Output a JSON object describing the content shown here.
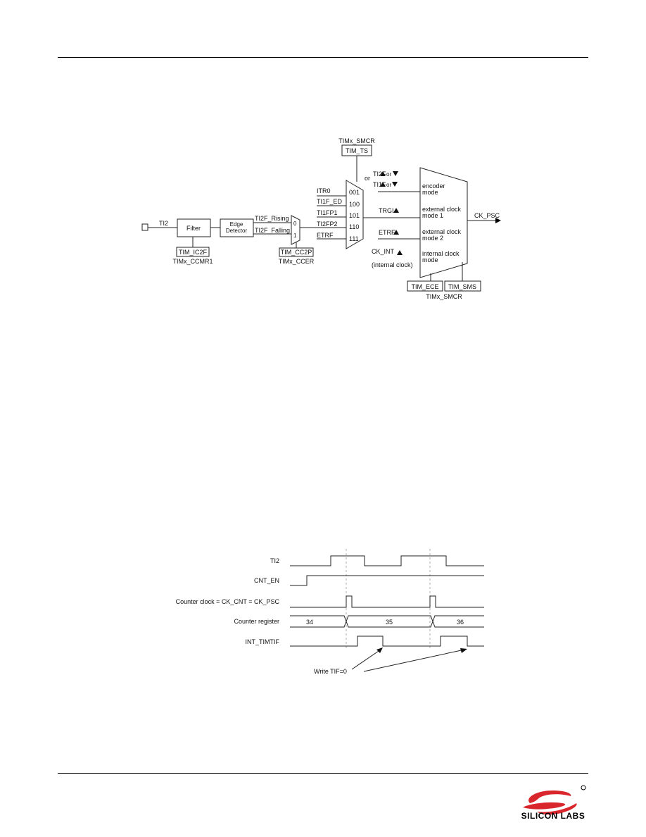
{
  "block": {
    "smcr_top": "TIMx_SMCR",
    "tim_ts": "TIM_TS",
    "ti2": "TI2",
    "filter": "Filter",
    "edge1": "Edge",
    "edge2": "Detector",
    "rising": "TI2F_Rising",
    "falling": "TI2F_Falling",
    "sel0": "0",
    "sel1": "1",
    "ic2f": "TIM_IC2F",
    "ccmr1": "TIMx_CCMR1",
    "cc2p": "TIM_CC2P",
    "ccer": "TIMx_CCER",
    "inputs": [
      "ITR0",
      "TI1F_ED",
      "TI1FP1",
      "TI2FP2",
      "ETRF"
    ],
    "codes": [
      "001",
      "100",
      "101",
      "110",
      "111"
    ],
    "or": "or",
    "ti2f": "TI2F",
    "ti1f": "TI1F",
    "or_small": "or",
    "trgi": "TRGI",
    "etrf2": "ETRF",
    "ck_int": "CK_INT",
    "internal_clock": "(internal clock)",
    "modes": [
      [
        "encoder",
        "mode"
      ],
      [
        "external clock",
        "mode 1"
      ],
      [
        "external clock",
        "mode 2"
      ],
      [
        "internal clock",
        "mode"
      ]
    ],
    "ck_psc": "CK_PSC",
    "tim_ece": "TIM_ECE",
    "tim_sms": "TIM_SMS",
    "smcr_bottom": "TIMx_SMCR"
  },
  "timing": {
    "signals": [
      "TI2",
      "CNT_EN",
      "Counter clock = CK_CNT = CK_PSC",
      "Counter register",
      "INT_TIMTIF"
    ],
    "counter_values": [
      "34",
      "35",
      "36"
    ],
    "annotation": "Write TIF=0"
  },
  "footer": {
    "logo_text": "SILICON LABS"
  }
}
